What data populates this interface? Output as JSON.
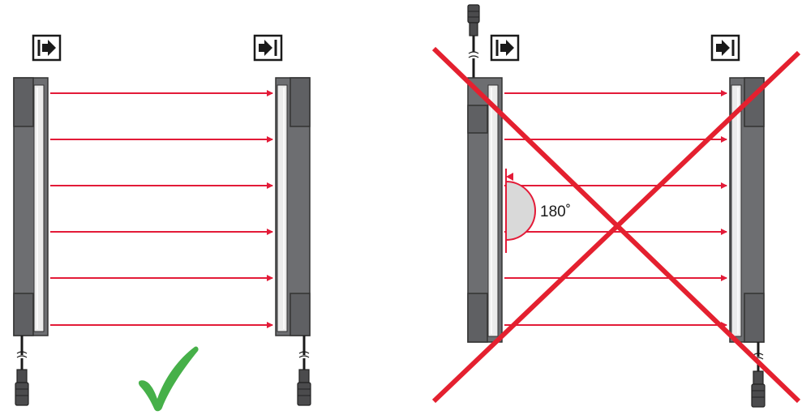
{
  "panels": [
    {
      "id": "correct",
      "verdict": "correct-installation",
      "emitter_symbol": "emitter-icon",
      "receiver_symbol": "receiver-icon",
      "beam_count": 6
    },
    {
      "id": "incorrect",
      "verdict": "incorrect-installation",
      "emitter_symbol": "emitter-icon",
      "receiver_symbol": "receiver-icon",
      "beam_count": 6,
      "angle_label": "180˚"
    }
  ],
  "colors": {
    "beam": "#e31b38",
    "housing": "#6d6e71",
    "housing_dark": "#4b4b4d",
    "lens": "#ececec",
    "check": "#46b049",
    "cross": "#e4202f",
    "angle_fill": "#d9d9d9"
  }
}
